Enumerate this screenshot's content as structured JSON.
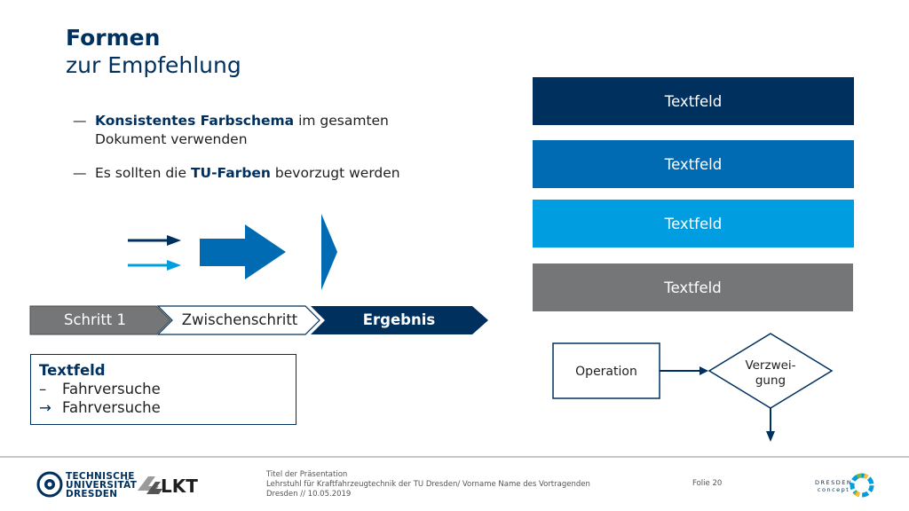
{
  "slide": {
    "title": "Formen",
    "subtitle": "zur Empfehlung"
  },
  "bullets": [
    {
      "dash": "—",
      "bold": "Konsistentes Farbschema",
      "rest": " im gesamten",
      "line2": "Dokument verwenden"
    },
    {
      "dash": "—",
      "pre": "Es sollten die ",
      "bold": "TU-Farben",
      "rest": " bevorzugt werden"
    }
  ],
  "textfields": [
    {
      "label": "Textfeld",
      "color": "#00305e"
    },
    {
      "label": "Textfeld",
      "color": "#006ab2"
    },
    {
      "label": "Textfeld",
      "color": "#009de0"
    },
    {
      "label": "Textfeld",
      "color": "#747678"
    }
  ],
  "steps": [
    {
      "label": "Schritt 1"
    },
    {
      "label": "Zwischenschritt"
    },
    {
      "label": "Ergebnis"
    }
  ],
  "textbox": {
    "title": "Textfeld",
    "items": [
      {
        "symbol": "–",
        "text": "Fahrversuche"
      },
      {
        "symbol": "→",
        "text": "Fahrversuche"
      }
    ]
  },
  "flow": {
    "operation": "Operation",
    "branch_line1": "Verzwei-",
    "branch_line2": "gung"
  },
  "footer": {
    "tud_line1": "TECHNISCHE",
    "tud_line2": "UNIVERSITÄT",
    "tud_line3": "DRESDEN",
    "lkt_logo": "LKT",
    "line1": "Titel der Präsentation",
    "line2": "Lehrstuhl für Kraftfahrzeugtechnik der TU Dresden/  Vorname Name des Vortragenden",
    "line3": "Dresden // 10.05.2019",
    "folie": "Folie 20",
    "dresden_line1": "DRESDEN",
    "dresden_line2": "concept"
  },
  "colors": {
    "tu_dark_blue": "#00305e",
    "tu_mid_blue": "#006ab2",
    "tu_light_blue": "#009de0",
    "tu_gray": "#747678"
  }
}
